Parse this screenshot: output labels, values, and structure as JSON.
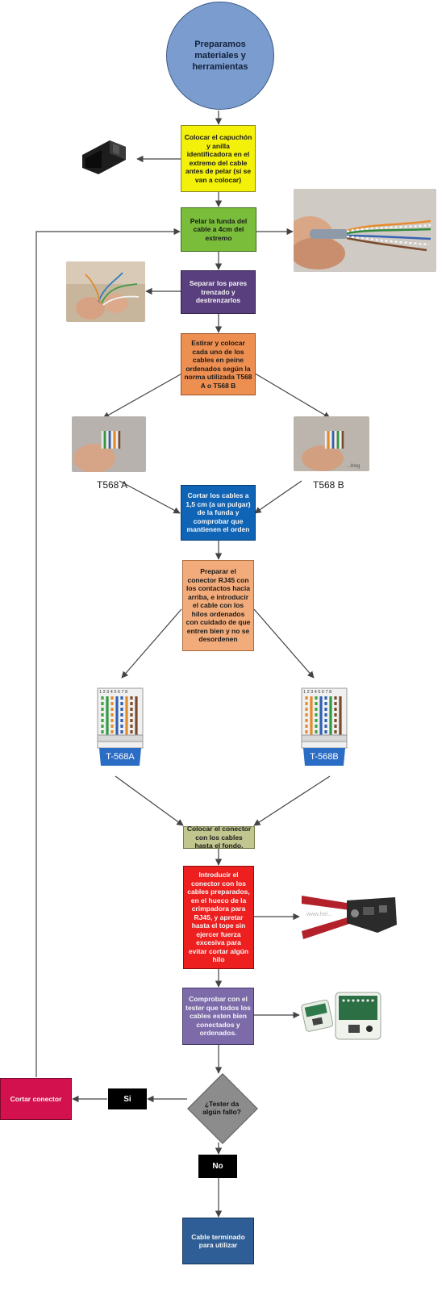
{
  "colors": {
    "start": "#7a9ccf",
    "yellow": "#f3f00a",
    "green": "#79bd3b",
    "purple": "#5a3f7e",
    "orange": "#ee8f52",
    "blue": "#0f64b6",
    "peach": "#f2ab7a",
    "olive": "#c1c68f",
    "red": "#ee1f1f",
    "lavender": "#7c6aa9",
    "navy": "#2e5e95",
    "magenta": "#d3114f",
    "decision": "#8c8c8c",
    "arrow": "#444444"
  },
  "nodes": {
    "start": "Preparamos materiales y herramientas",
    "step1": "Colocar el capuchón y anilla identificadora en el extremo del cable antes de pelar (si se van a colocar)",
    "step2": "Pelar la funda del cable a 4cm del extremo",
    "step3": "Separar los pares trenzado y destrenzarlos",
    "step4": "Estirar y colocar cada uno de los cables en peine ordenados según la norma utilizada T568 A o T568 B",
    "step5": "Cortar los cables a 1,5 cm (a un pulgar) de la funda y comprobar que mantienen el orden",
    "step6": "Preparar el conector RJ45 con los contactos hacia arriba, e introducir el cable con los hilos ordenados con cuidado de que entren bien y no se desordenen",
    "step7": "Colocar el conector con los cables hasta el fondo.",
    "step8": "Introducir el conector con los cables preparados, en el hueco de la crimpadora para RJ45, y apretar hasta el tope sin ejercer fuerza excesiva para evitar cortar algún hilo",
    "step9": "Comprobar con el tester que todos los cables esten bien conectados y ordenados.",
    "decision": "¿Tester da algún fallo?",
    "yes": "Si",
    "no": "No",
    "cut": "Cortar conector",
    "end": "Cable terminado para utilizar"
  },
  "labels": {
    "t568a": "T568 A",
    "t568b": "T568 B",
    "conn_a": "T-568A",
    "conn_b": "T-568B",
    "pin_numbers": "1 2 3 4 5 6 7 8",
    "crimper_watermark": "www.hel...",
    "photo_watermark": "...blog"
  },
  "images": {
    "boot": "rj45-boot-icon",
    "stripped_cable": "stripped-cable-photo",
    "untwisting": "untwisting-pairs-photo",
    "comb_a": "t568a-wires-photo",
    "comb_b": "t568b-wires-photo",
    "crimper": "crimping-tool-icon",
    "tester": "cable-tester-icon"
  }
}
